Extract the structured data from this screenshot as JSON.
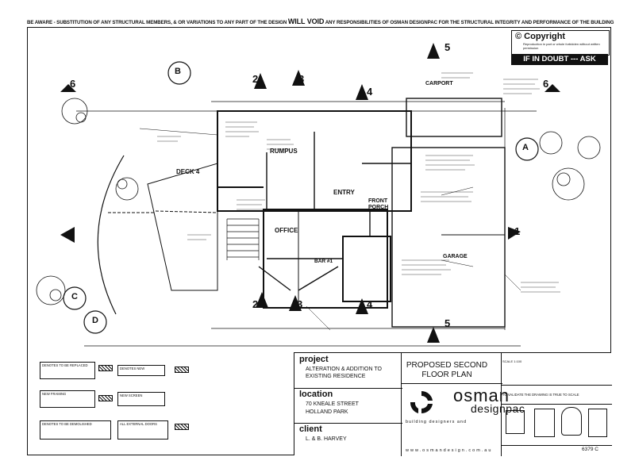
{
  "warning": {
    "before": "BE AWARE - SUBSTITUTION OF ANY STRUCTURAL MEMBERS, & OR VARIATIONS TO ANY PART OF THE DESIGN",
    "emph": "WILL VOID",
    "after": "ANY RESPONSIBILITIES OF OSMAN DESIGNPAC FOR THE STRUCTURAL INTEGRITY AND PERFORMANCE OF THE BUILDING"
  },
  "copyright": {
    "title": "© Copyright",
    "text": "Reproduction in part or whole forbidden without written permission",
    "doubt": "IF IN DOUBT --- ASK"
  },
  "rooms": {
    "rumpus": "RUMPUS",
    "deck": "DECK 4",
    "entry": "ENTRY",
    "front_porch": "FRONT PORCH",
    "office": "OFFICE",
    "bar": "BAR #1",
    "garage": "GARAGE",
    "carport": "CARPORT"
  },
  "sections": {
    "s1": "1",
    "s2": "2",
    "s2b": "2",
    "s3": "3",
    "s3b": "3",
    "s4": "4",
    "s4b": "4",
    "s5": "5",
    "s5b": "5",
    "s6": "6",
    "s6b": "6"
  },
  "elevations": {
    "a": "A",
    "b": "B",
    "c": "C",
    "d": "D"
  },
  "titleblock": {
    "project_label": "project",
    "project_value": "ALTERATION & ADDITION TO EXISTING RESIDENCE",
    "location_label": "location",
    "location_street": "70 KNEALE STREET",
    "location_suburb": "HOLLAND PARK",
    "client_label": "client",
    "client_value": "L. & B. HARVEY",
    "plan_title": "PROPOSED SECOND FLOOR PLAN",
    "logo_top": "osman",
    "logo_bottom": "designpac",
    "tagline": "building designers and",
    "web": "www.osmandesign.com.au",
    "scale": "SCALE 1:100",
    "verify": "TO VALIDATE THE DRAWING IS TRUE TO SCALE",
    "drawing_number": "6379 C"
  },
  "legend": {
    "l1": "DENOTES TO BE REPLACED",
    "l2": "DENOTES NEW",
    "l3": "NEW FRAMING",
    "l4": "NEW SCREEN",
    "l5": "DENOTES TO BE DEMOLISHED",
    "l6": "ALL EXTERNAL DOORS"
  },
  "colors": {
    "ink": "#111111",
    "paper": "#ffffff"
  }
}
